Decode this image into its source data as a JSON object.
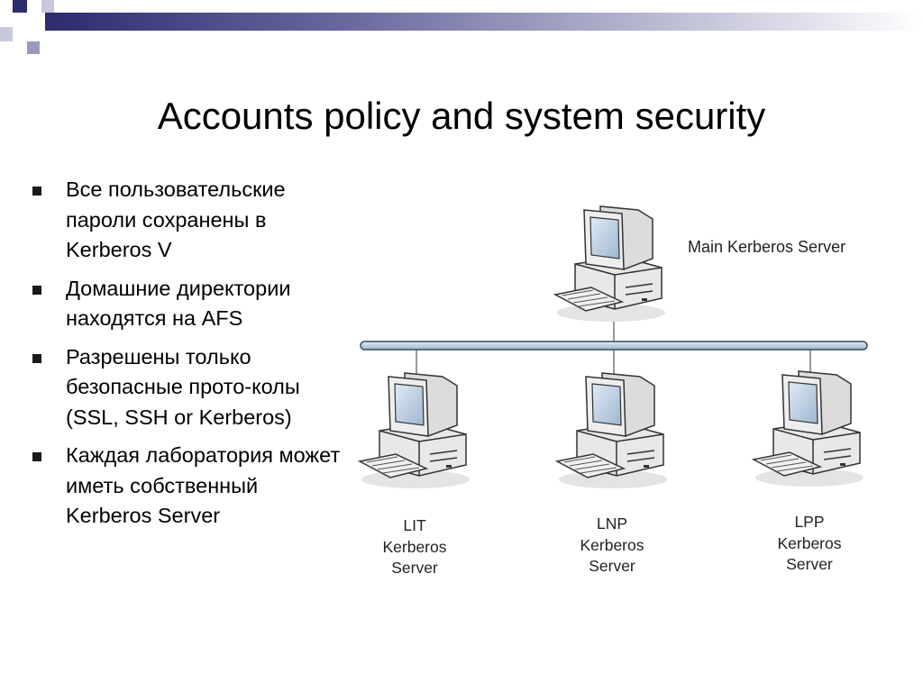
{
  "slide": {
    "title": "Accounts policy and system security",
    "bullets": [
      "Все пользовательские пароли  сохранены в Kerberos V",
      "Домашние директории находятся на AFS",
      "Разрешены только безопасные прото-колы  (SSL, SSH or Kerberos)",
      "Каждая лаборатория может иметь собственный  Kerberos Server"
    ]
  },
  "diagram": {
    "main_server": {
      "label": "Main Kerberos Server",
      "icon": "desktop-computer-icon"
    },
    "network": "network-bus",
    "lab_servers": [
      {
        "lines": [
          "LIT",
          "Kerberos",
          "Server"
        ],
        "icon": "desktop-computer-icon"
      },
      {
        "lines": [
          "LNP",
          "Kerberos",
          "Server"
        ],
        "icon": "desktop-computer-icon"
      },
      {
        "lines": [
          "LPP",
          "Kerberos",
          "Server"
        ],
        "icon": "desktop-computer-icon"
      }
    ]
  },
  "colors": {
    "header_gradient_start": "#2c2c6e",
    "header_gradient_end": "#ffffff",
    "network_bus": "#b8c8dc",
    "computer_body": "#e6e6e6"
  }
}
